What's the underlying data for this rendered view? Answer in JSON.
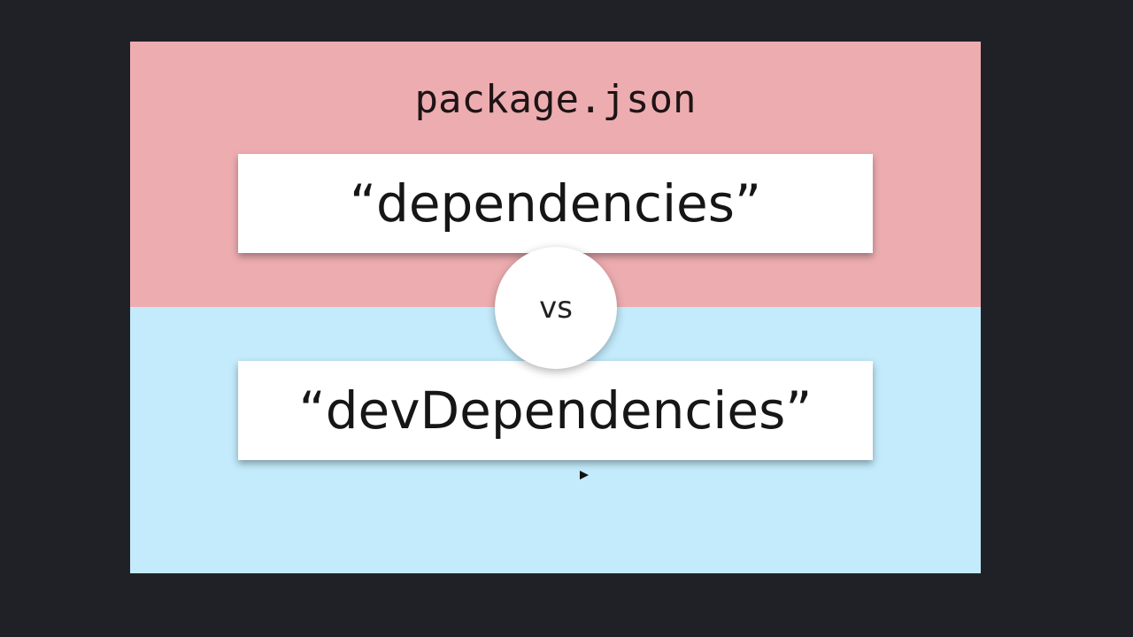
{
  "slide": {
    "title": "package.json",
    "top_card": "“dependencies”",
    "bottom_card": "“devDependencies”",
    "separator": "vs",
    "colors": {
      "top_bg": "#edadb0",
      "bottom_bg": "#c3ebfb",
      "page_bg": "#202127",
      "card_bg": "#ffffff"
    }
  }
}
